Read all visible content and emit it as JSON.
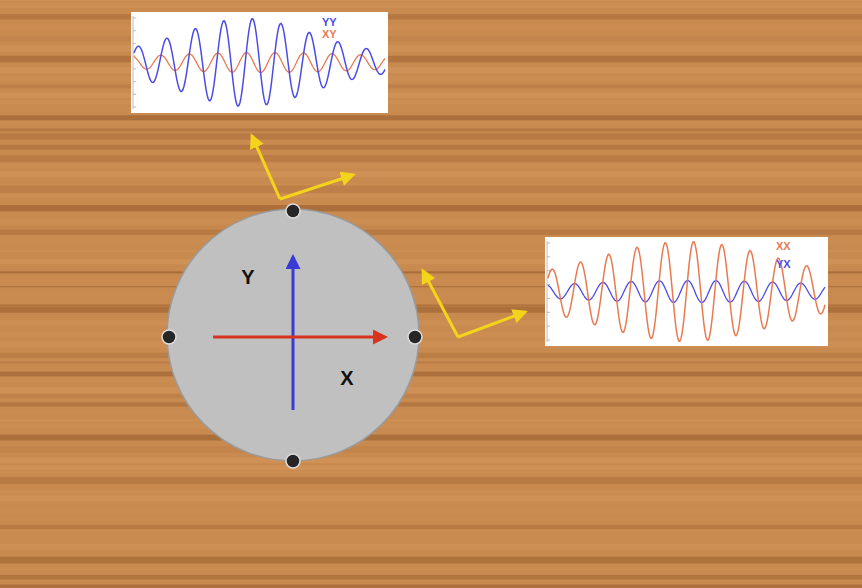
{
  "diagram": {
    "nodes": [
      {
        "text": [
          "Y",
          "X"
        ]
      }
    ],
    "legend": [
      {
        "text": "YY",
        "color": "#4b4be6"
      },
      {
        "text": "XY",
        "color": "#e87a52"
      },
      {
        "text": "XX",
        "color": "#e87a52"
      },
      {
        "text": "YX",
        "color": "#4b4be6"
      }
    ]
  }
}
